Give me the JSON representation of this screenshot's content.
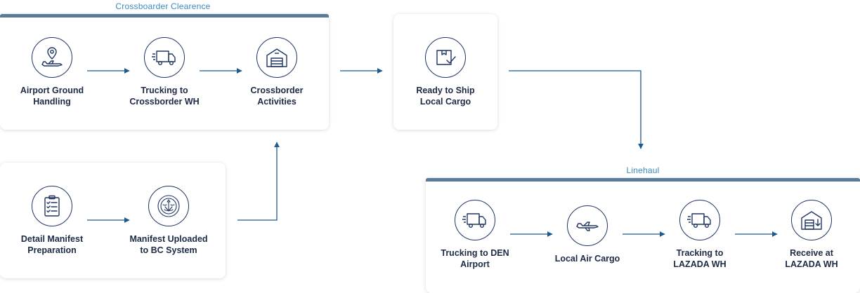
{
  "groups": {
    "crossborder": "Crossboarder Clearence",
    "linehaul": "Linehaul"
  },
  "steps": {
    "airport_ground_handling": "Airport Ground\nHandling",
    "trucking_crossborder": "Trucking to\nCrossborder WH",
    "crossborder_activities": "Crossborder\nActivities",
    "ready_to_ship": "Ready to Ship\nLocal Cargo",
    "detail_manifest": "Detail Manifest\nPreparation",
    "manifest_uploaded": "Manifest Uploaded\nto BC System",
    "trucking_den": "Trucking to DEN\nAirport",
    "local_air_cargo": "Local Air Cargo",
    "tracking_lazada": "Tracking to\nLAZADA WH",
    "receive_lazada": "Receive at\nLAZADA WH"
  },
  "colors": {
    "icon_stroke": "#1f3563",
    "arrow": "#1f5b8e",
    "group_label": "#3d8ac0",
    "card_header": "#5b7c99"
  },
  "icons": {
    "airport_ground_handling": "location-pin-plane-icon",
    "trucking_crossborder": "truck-icon",
    "crossborder_activities": "warehouse-icon",
    "ready_to_ship": "box-check-icon",
    "detail_manifest": "clipboard-checklist-icon",
    "manifest_uploaded": "customs-seal-icon",
    "trucking_den": "truck-icon",
    "local_air_cargo": "plane-icon",
    "tracking_lazada": "truck-icon",
    "receive_lazada": "warehouse-receive-icon"
  }
}
